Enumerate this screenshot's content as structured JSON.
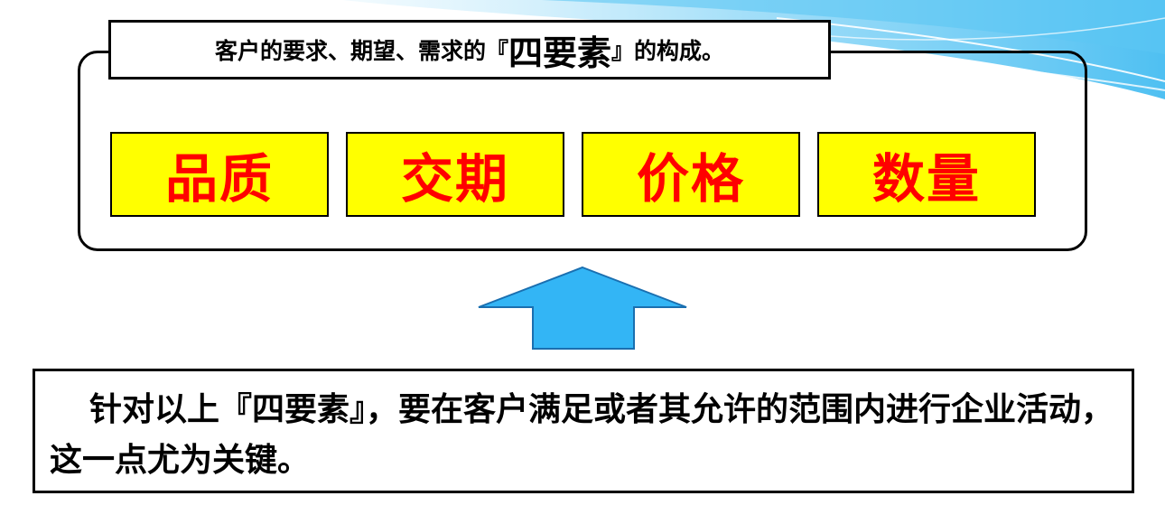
{
  "header": {
    "title_prefix": "客户的要求、期望、需求的『",
    "title_emphasis": "四要素",
    "title_suffix": "』的构成。"
  },
  "elements": [
    {
      "label": "品质"
    },
    {
      "label": "交期"
    },
    {
      "label": "价格"
    },
    {
      "label": "数量"
    }
  ],
  "summary": {
    "text": "针对以上『四要素』，要在客户满足或者其允许的范围内进行企业活动，这一点尤为关键。"
  },
  "colors": {
    "element_fill": "#ffff00",
    "element_text": "#ff0000",
    "arrow_fill": "#33b5f5",
    "arrow_stroke": "#1a6fb0",
    "decor_blue": "#6fcbf5"
  },
  "icons": {
    "arrow": "up-arrow-icon"
  }
}
